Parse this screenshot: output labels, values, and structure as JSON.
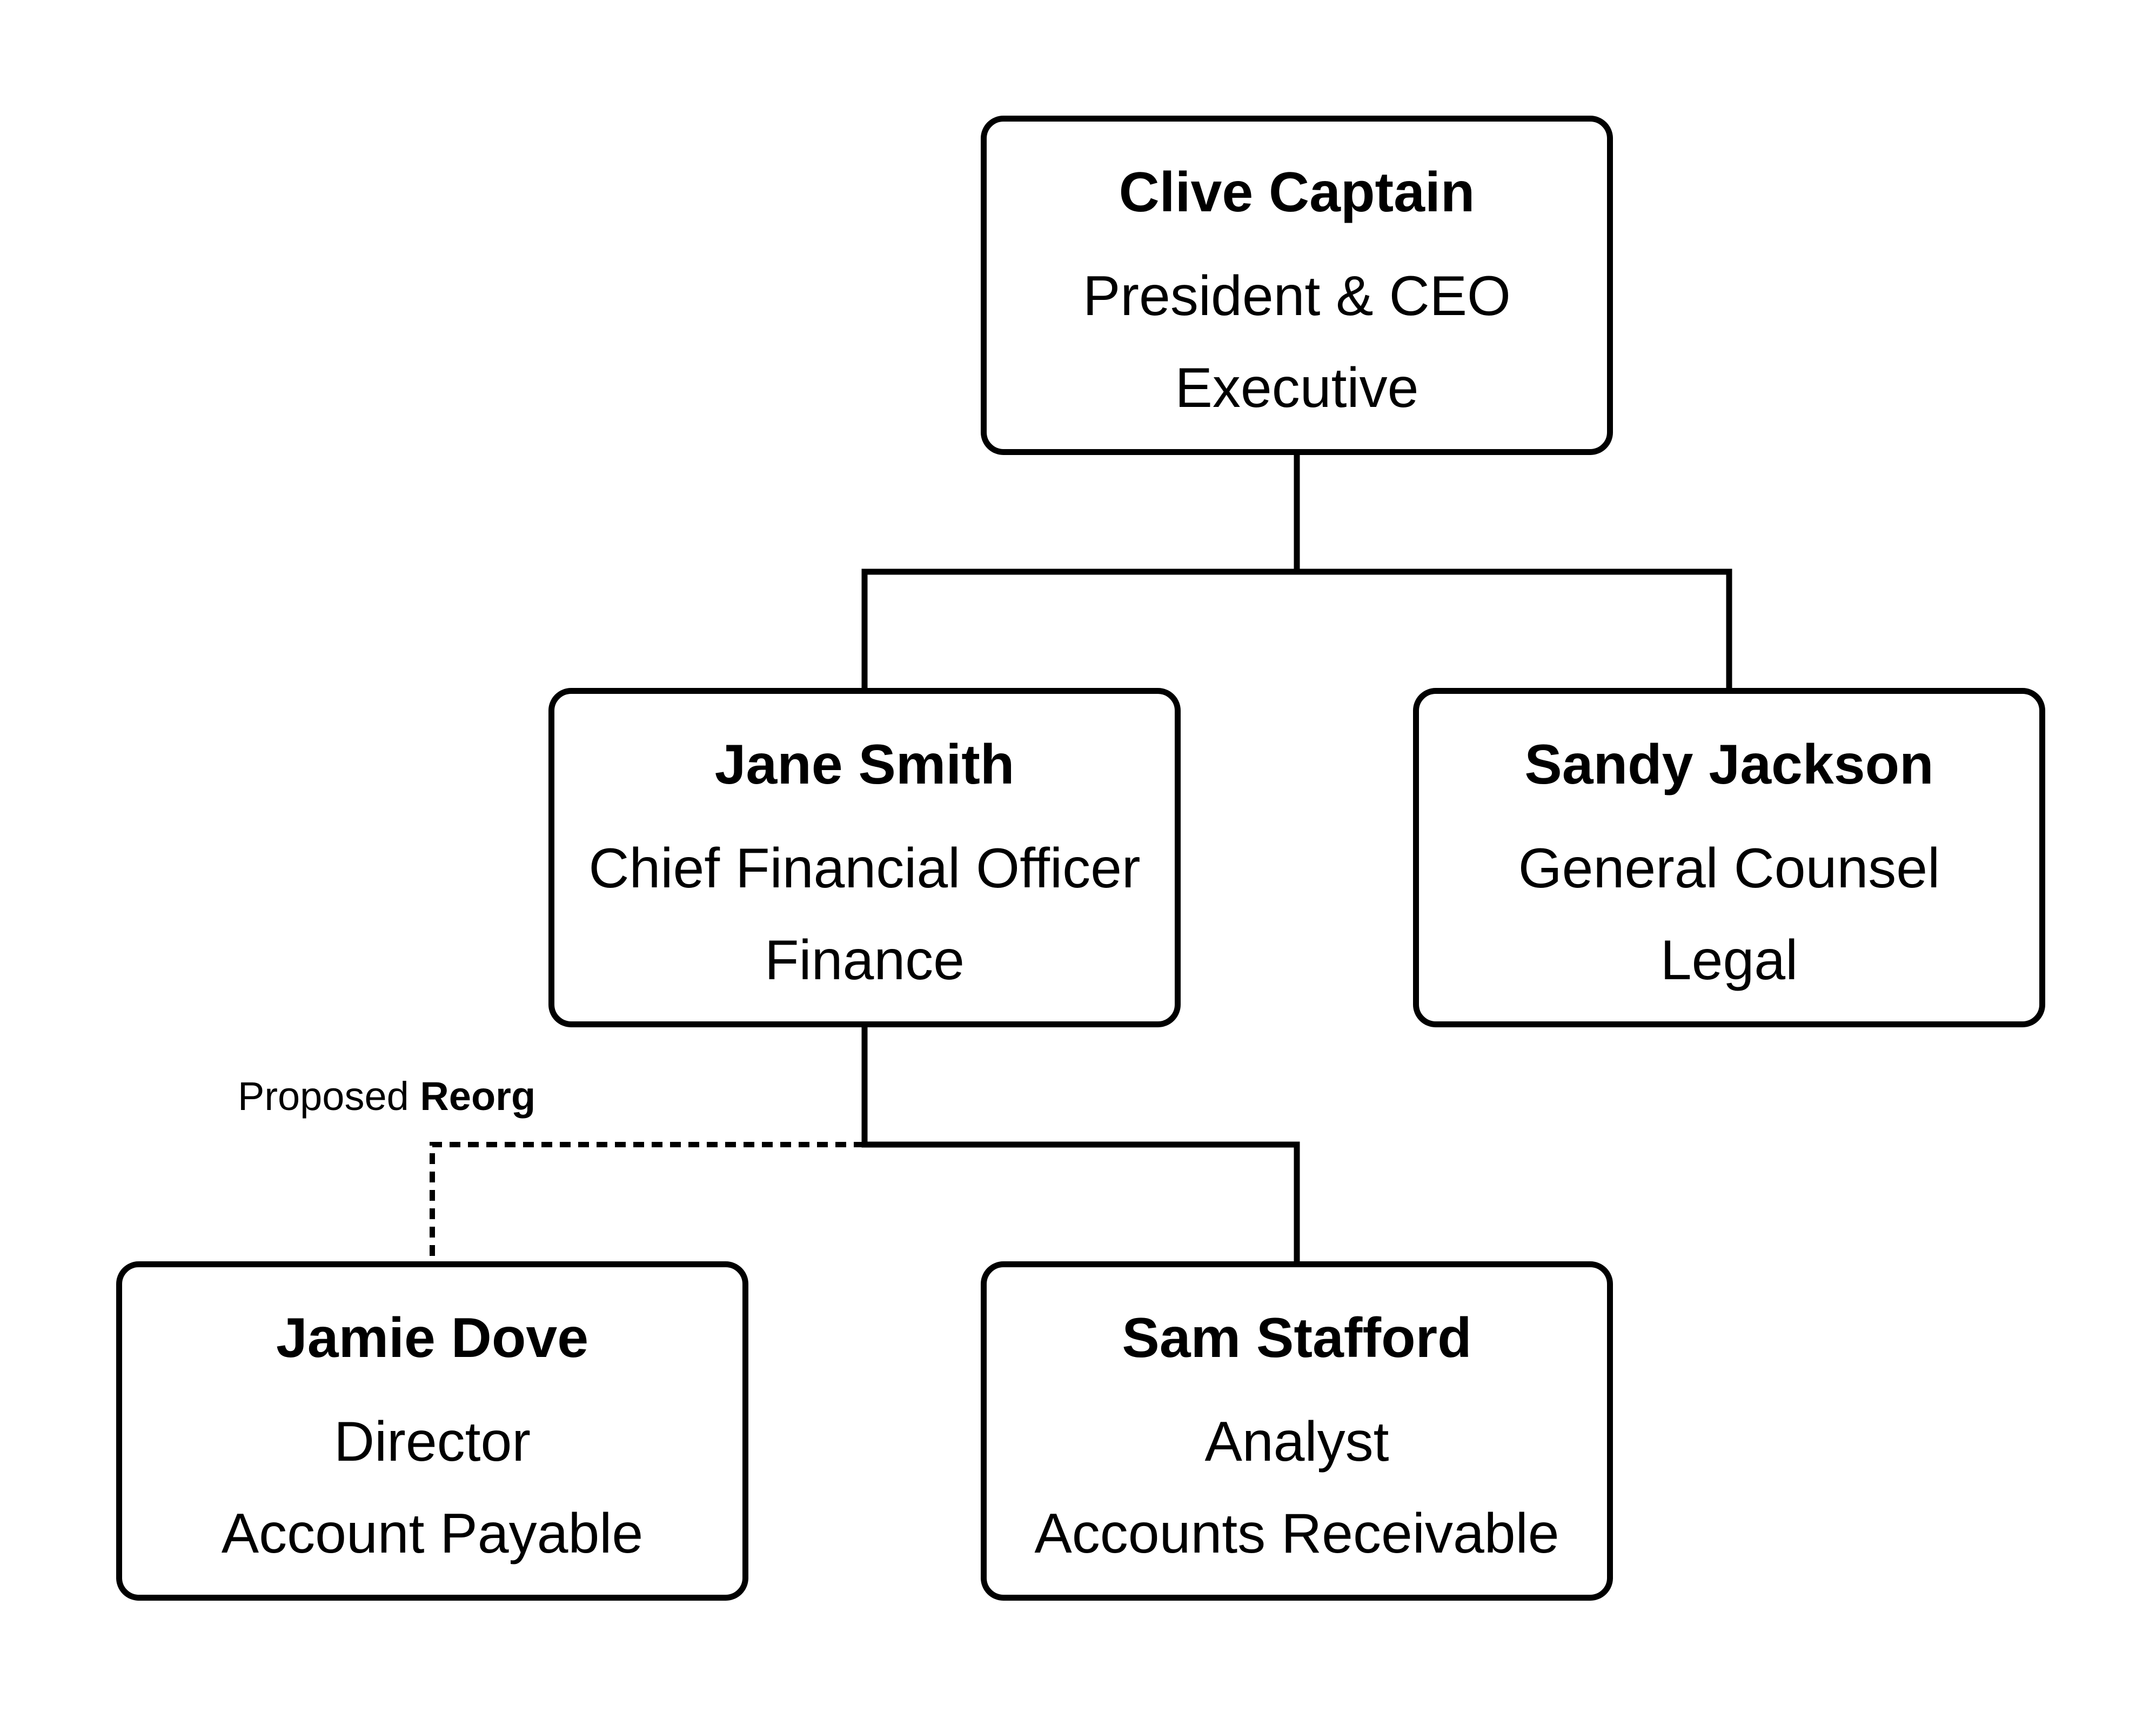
{
  "nodes": {
    "ceo": {
      "name": "Clive Captain",
      "role": "President & CEO",
      "department": "Executive"
    },
    "cfo": {
      "name": "Jane Smith",
      "role": "Chief Financial Officer",
      "department": "Finance"
    },
    "counsel": {
      "name": "Sandy Jackson",
      "role": "General Counsel",
      "department": "Legal"
    },
    "director": {
      "name": "Jamie Dove",
      "role": "Director",
      "department": "Account Payable"
    },
    "analyst": {
      "name": "Sam Stafford",
      "role": "Analyst",
      "department": "Accounts Receivable"
    }
  },
  "relations": [
    {
      "from": "ceo",
      "to": "cfo",
      "style": "solid"
    },
    {
      "from": "ceo",
      "to": "counsel",
      "style": "solid"
    },
    {
      "from": "cfo",
      "to": "director",
      "style": "dashed"
    },
    {
      "from": "cfo",
      "to": "analyst",
      "style": "solid"
    }
  ],
  "annotation": {
    "prefix": "Proposed",
    "emphasis": "Reorg"
  },
  "colors": {
    "stroke": "#000000",
    "background": "#ffffff"
  }
}
